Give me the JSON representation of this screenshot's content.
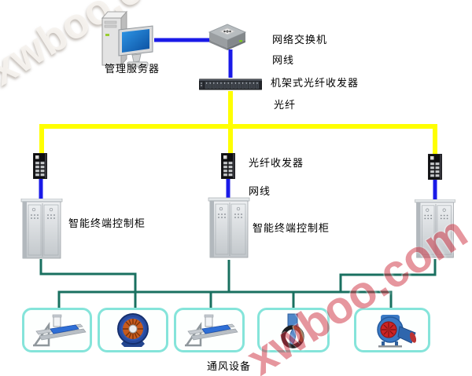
{
  "colors": {
    "cable": "#1a1ae8",
    "fiber": "#ffff00",
    "bus": "#1a7060",
    "box_border": "#85e4da",
    "label": "#000000",
    "watermark_red": "#cf3040"
  },
  "labels": {
    "server": "管理服务器",
    "network_switch": "网络交换机",
    "cable_top": "网线",
    "rack_transceiver": "机架式光纤收发器",
    "fiber": "光纤",
    "fiber_transceiver": "光纤收发器",
    "cable_mid": "网线",
    "cabinet_left": "智能终端控制柜",
    "cabinet_mid": "智能终端控制柜",
    "ventilation": "通风设备"
  },
  "watermark": {
    "text": "xwboo.com"
  }
}
